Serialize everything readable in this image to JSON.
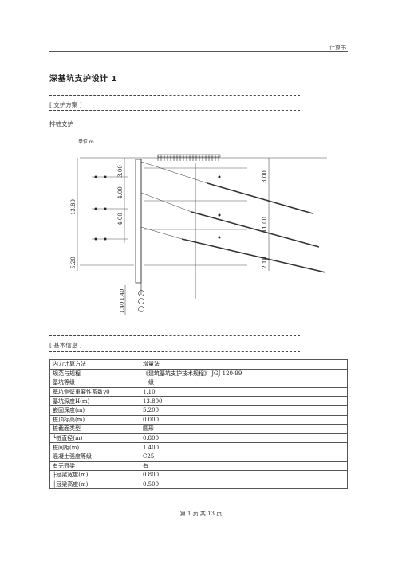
{
  "header": {
    "right_label": "计算书"
  },
  "title": "深基坑支护设计 1",
  "section1": {
    "label": "[ 支护方案 ]",
    "scheme": "排桩支护"
  },
  "drawing": {
    "unit_label": "单位 m",
    "dims_left": [
      "13.80",
      "5.20"
    ],
    "dims_mid": [
      "3.00",
      "4.00",
      "4.00"
    ],
    "dims_right": [
      "3.00",
      "11.00",
      "2.10"
    ],
    "dims_bottom": [
      "1.40",
      "1.40"
    ]
  },
  "section2": {
    "label": "[ 基本信息 ]"
  },
  "table": [
    [
      "内力计算方法",
      "增量法"
    ],
    [
      "规范与规程",
      "《建筑基坑支护技术规程》 JGJ 120-99"
    ],
    [
      "基坑等级",
      "一级"
    ],
    [
      "基坑侧壁重要性系数γ0",
      "1.10"
    ],
    [
      "基坑深度H(m)",
      "13.800"
    ],
    [
      "嵌固深度(m)",
      "5.200"
    ],
    [
      "桩顶标高(m)",
      "0.000"
    ],
    [
      "桩截面类型",
      "圆形"
    ],
    [
      "└桩直径(m)",
      "0.800"
    ],
    [
      "桩间距(m)",
      "1.400"
    ],
    [
      "混凝土强度等级",
      "C25"
    ],
    [
      "有无冠梁",
      "有"
    ],
    [
      "├冠梁宽度(m)",
      "0.800"
    ],
    [
      "├冠梁高度(m)",
      "0.500"
    ]
  ],
  "footer": "第 1 页 共 13 页"
}
